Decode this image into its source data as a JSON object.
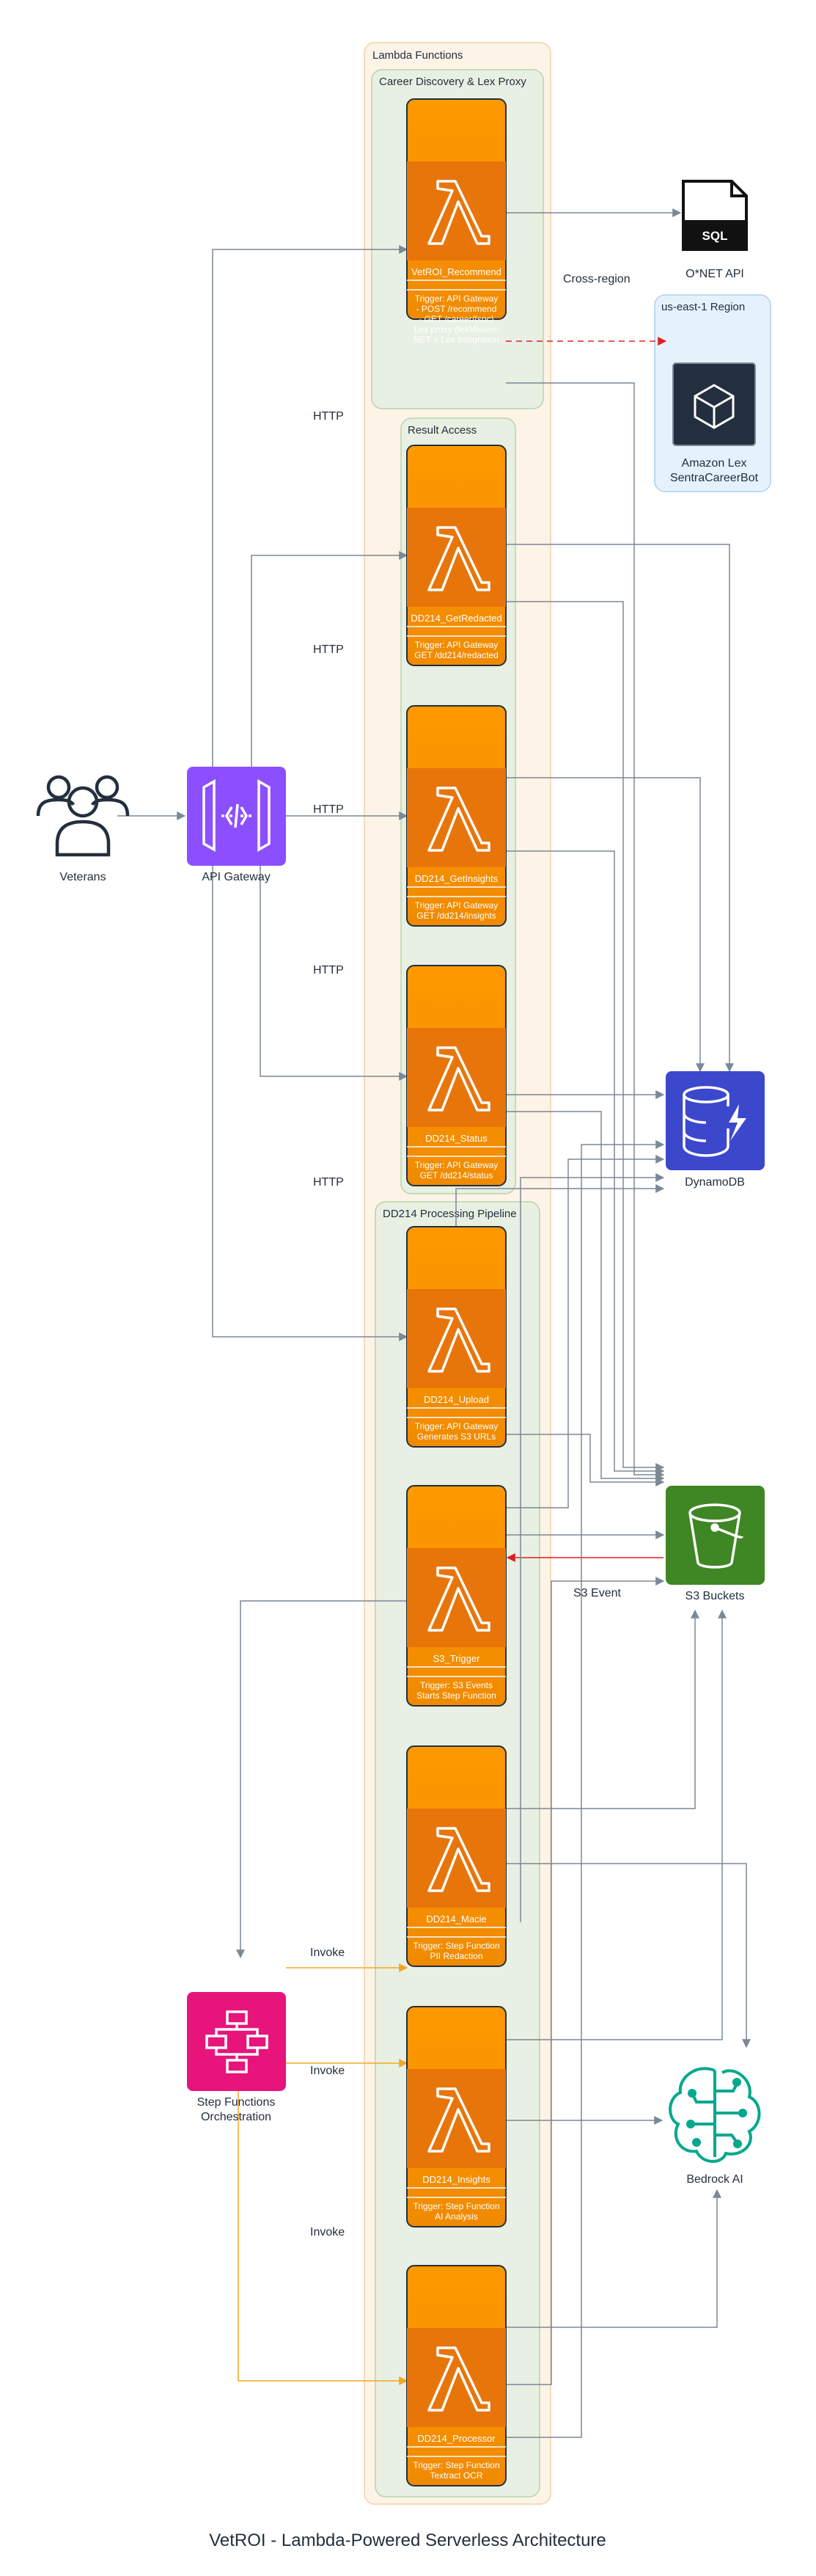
{
  "title": "VetROI - Lambda-Powered Serverless Architecture",
  "clusters": {
    "lambda_functions": "Lambda Functions",
    "career": "Career Discovery & Lex Proxy",
    "result_access": "Result Access",
    "pipeline": "DD214 Processing Pipeline",
    "region": "us-east-1 Region"
  },
  "nodes": {
    "veterans": "Veterans",
    "api_gateway": "API Gateway",
    "onet_icon_text": "SQL",
    "onet": "O*NET API",
    "lex": [
      "Amazon Lex",
      "SentraCareerBot"
    ],
    "dynamodb": "DynamoDB",
    "s3": "S3 Buckets",
    "step_functions": [
      "Step Functions",
      "Orchestration"
    ],
    "bedrock": "Bedrock AI"
  },
  "lambdas": [
    {
      "key": "vetroi",
      "name": "VetROI_Recommend",
      "trigger": [
        "Trigger: API Gateway",
        "- POST /recommend",
        "- GET /career/{soc}",
        "Lex proxy (lexMission",
        "NET + Lex Integration"
      ]
    },
    {
      "key": "redacted",
      "name": "DD214_GetRedacted",
      "trigger": [
        "Trigger: API Gateway",
        "GET /dd214/redacted"
      ]
    },
    {
      "key": "insights_get",
      "name": "DD214_GetInsights",
      "trigger": [
        "Trigger: API Gateway",
        "GET /dd214/insights"
      ]
    },
    {
      "key": "status",
      "name": "DD214_Status",
      "trigger": [
        "Trigger: API Gateway",
        "GET /dd214/status"
      ]
    },
    {
      "key": "upload",
      "name": "DD214_Upload",
      "trigger": [
        "Trigger: API Gateway",
        "Generates S3 URLs"
      ]
    },
    {
      "key": "s3trigger",
      "name": "S3_Trigger",
      "trigger": [
        "Trigger: S3 Events",
        "Starts Step Function"
      ]
    },
    {
      "key": "macie",
      "name": "DD214_Macie",
      "trigger": [
        "Trigger: Step Function",
        "PII Redaction"
      ]
    },
    {
      "key": "insights",
      "name": "DD214_Insights",
      "trigger": [
        "Trigger: Step Function",
        "AI Analysis"
      ]
    },
    {
      "key": "processor",
      "name": "DD214_Processor",
      "trigger": [
        "Trigger: Step Function",
        "Textract OCR"
      ]
    }
  ],
  "edge_labels": {
    "http": "HTTP",
    "cross_region": "Cross-region",
    "s3_event": "S3 Event",
    "invoke": "Invoke"
  },
  "colors": {
    "lambda_orange": "#ff9900",
    "lambda_dark": "#e8750a",
    "api_gateway": "#8c4fff",
    "dynamodb": "#3b48cc",
    "s3": "#3f8624",
    "step_functions": "#e7157b",
    "bedrock": "#01a88d",
    "arrow_gray": "#7b8896",
    "arrow_red": "#e02020",
    "arrow_orange": "#f5a623"
  }
}
